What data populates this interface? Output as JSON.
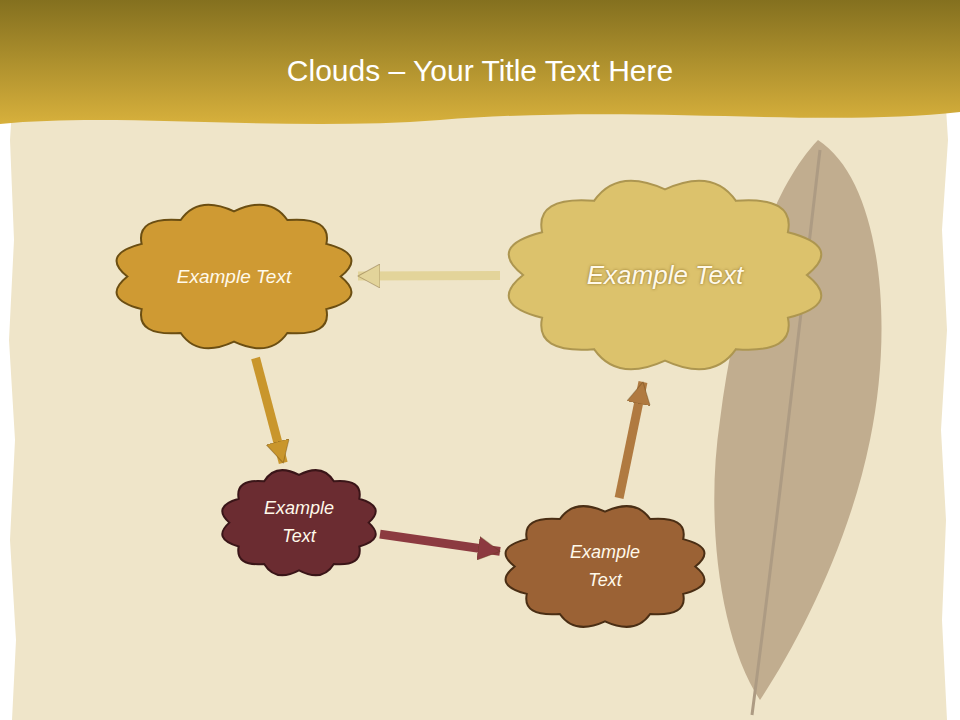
{
  "diagram": {
    "title": "Clouds – Your Title Text Here",
    "nodes": [
      {
        "text": [
          "Example Text"
        ]
      },
      {
        "text": [
          "Example Text"
        ]
      },
      {
        "text": [
          "Example Text"
        ]
      },
      {
        "text": [
          "Example Text"
        ]
      }
    ],
    "edges": [
      {
        "from": 0,
        "to": 2,
        "arrow": "to"
      },
      {
        "from": 2,
        "to": 3,
        "arrow": "to"
      },
      {
        "from": 3,
        "to": 1,
        "arrow": "to"
      },
      {
        "from": 1,
        "to": 0,
        "arrow": "to"
      }
    ]
  }
}
